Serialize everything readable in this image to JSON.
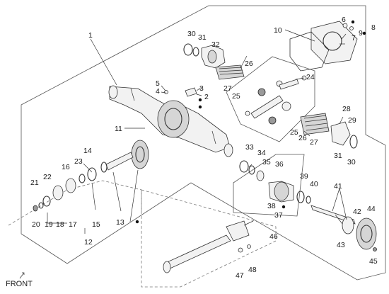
{
  "labels": {
    "p1": "1",
    "p2": "2",
    "p3": "3",
    "p4": "4",
    "p5": "5",
    "p6": "6",
    "p7": "7",
    "p8": "8",
    "p9": "9",
    "p10": "10",
    "p11": "11",
    "p12": "12",
    "p13": "13",
    "p14": "14",
    "p15": "15",
    "p16": "16",
    "p17": "17",
    "p18": "18",
    "p19": "19",
    "p20": "20",
    "p21": "21",
    "p22": "22",
    "p23": "23",
    "p24": "24",
    "p25a": "25",
    "p25b": "25",
    "p26a": "26",
    "p26b": "26",
    "p27a": "27",
    "p27b": "27",
    "p28": "28",
    "p29": "29",
    "p30a": "30",
    "p30b": "30",
    "p31a": "31",
    "p31b": "31",
    "p32": "32",
    "p33": "33",
    "p34": "34",
    "p35": "35",
    "p36": "36",
    "p37": "37",
    "p38": "38",
    "p39": "39",
    "p40": "40",
    "p41": "41",
    "p42": "42",
    "p43": "43",
    "p44": "44",
    "p45": "45",
    "p46": "46",
    "p47": "47",
    "p48": "48"
  },
  "front_label": "FRONT"
}
